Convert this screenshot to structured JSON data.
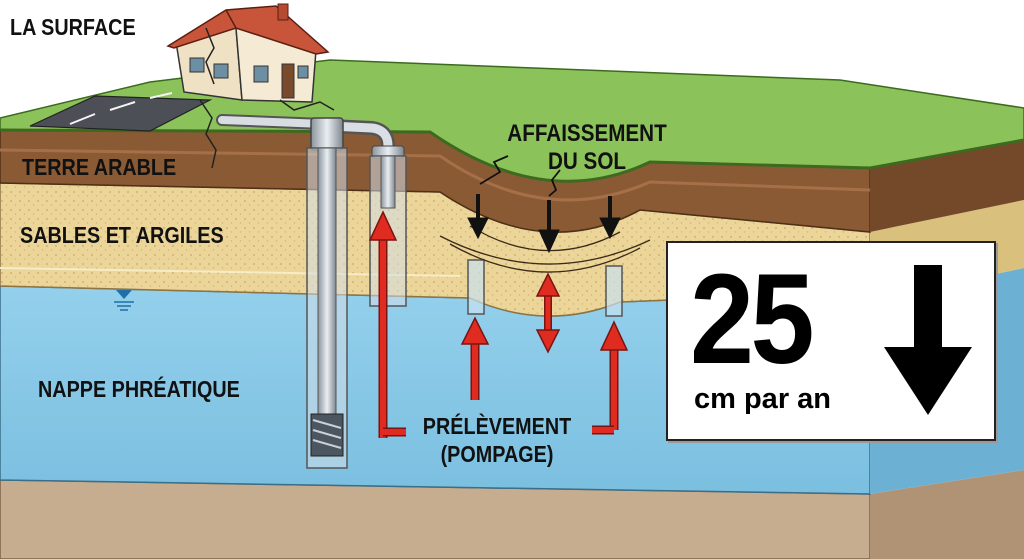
{
  "labels": {
    "surface": "LA SURFACE",
    "topsoil": "TERRE ARABLE",
    "sand_clay": "SABLES ET ARGILES",
    "water_table": "NAPPE PHRÉATIQUE",
    "subsidence_line1": "AFFAISSEMENT",
    "subsidence_line2": "DU SOL",
    "withdrawal_line1": "PRÉLÈVEMENT",
    "withdrawal_line2": "(POMPAGE)"
  },
  "rate": {
    "value": "25",
    "unit": "cm par an"
  },
  "icons": [
    "house-icon",
    "road-icon",
    "well-pipe-icon",
    "water-level-icon",
    "down-arrow-icon",
    "up-arrow-icon"
  ],
  "colors": {
    "grass": "#8cc25a",
    "topsoil": "#8a5a35",
    "sand": "#ecd598",
    "water": "#8ccbe8",
    "bedrock": "#c6ad8f",
    "arrow_red": "#e02b20",
    "arrow_black": "#111111"
  }
}
